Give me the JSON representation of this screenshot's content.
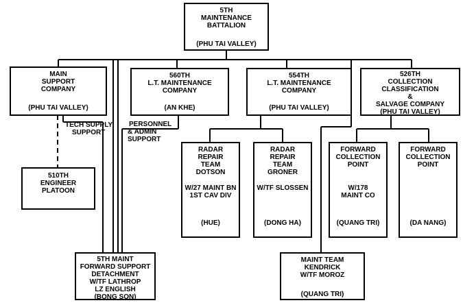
{
  "units": {
    "battalion": {
      "lines": [
        "5TH",
        "MAINTENANCE",
        "BATTALION"
      ],
      "location": "(PHU TAI VALLEY)"
    },
    "main_support": {
      "lines": [
        "MAIN",
        "SUPPORT",
        "COMPANY"
      ],
      "location": "(PHU TAI VALLEY)"
    },
    "co_560": {
      "lines": [
        "560TH",
        "L.T. MAINTENANCE",
        "COMPANY"
      ],
      "location": "(AN KHE)"
    },
    "co_554": {
      "lines": [
        "554TH",
        "L.T. MAINTENANCE",
        "COMPANY"
      ],
      "location": "(PHU TAI VALLEY)"
    },
    "co_526": {
      "lines": [
        "526TH",
        "COLLECTION",
        "CLASSIFICATION",
        "&",
        "SALVAGE COMPANY"
      ],
      "location": "(PHU TAI VALLEY)"
    },
    "engineer": {
      "lines": [
        "510TH",
        "ENGINEER",
        "PLATOON"
      ],
      "location": ""
    },
    "radar_dotson": {
      "lines": [
        "RADAR",
        "REPAIR",
        "TEAM",
        "DOTSON",
        "",
        "W/27 MAINT BN",
        "1ST CAV DIV"
      ],
      "location": "(HUE)"
    },
    "radar_groner": {
      "lines": [
        "RADAR",
        "REPAIR",
        "TEAM",
        "GRONER",
        "",
        "W/TF SLOSSEN"
      ],
      "location": "(DONG HA)"
    },
    "fcp_quang_tri": {
      "lines": [
        "FORWARD",
        "COLLECTION",
        "POINT",
        "",
        "W/178",
        "MAINT CO"
      ],
      "location": "(QUANG TRI)"
    },
    "fcp_da_nang": {
      "lines": [
        "FORWARD",
        "COLLECTION",
        "POINT"
      ],
      "location": "(DA NANG)"
    },
    "fwd_support": {
      "lines": [
        "5TH MAINT",
        "FORWARD SUPPORT",
        "DETACHMENT",
        "W/TF LATHROP",
        "LZ ENGLISH"
      ],
      "location": "(BONG SON)"
    },
    "kendrick": {
      "lines": [
        "MAINT TEAM",
        "KENDRICK",
        "W/TF MOROZ"
      ],
      "location": "(QUANG TRI)"
    }
  },
  "labels": {
    "tech_supply": [
      "TECH SUPPLY",
      "SUPPORT"
    ],
    "personnel": [
      "PERSONNEL",
      "& ADMIN",
      "SUPPORT"
    ]
  }
}
